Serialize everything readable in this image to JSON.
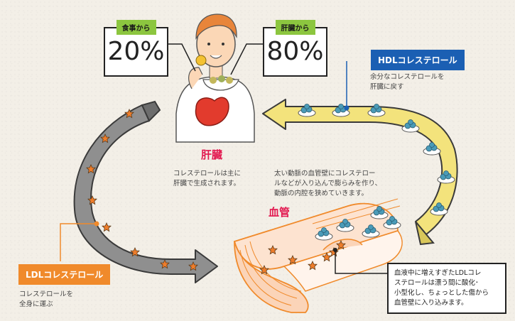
{
  "liver_source": {
    "food": {
      "label": "食事から",
      "value": "20%"
    },
    "liver": {
      "label": "肝臓から",
      "value": "80%"
    }
  },
  "liver": {
    "title": "肝臓",
    "desc": [
      "コレステロールは主に",
      "肝臓で生成されます。"
    ]
  },
  "vessel": {
    "title": "血管",
    "desc": [
      "太い動脈の血管壁にコレステロー",
      "ルなどが入り込んで膨らみを作り、",
      "動脈の内腔を狭めていきます。"
    ],
    "note": [
      "血液中に増えすぎたLDLコレ",
      "ステロールは漂う間に酸化･",
      "小型化し、ちょっとした傷から",
      "血管壁に入り込みます。"
    ]
  },
  "ldl": {
    "label": "LDLコレステロール",
    "desc": [
      "コレステロールを",
      "全身に運ぶ"
    ]
  },
  "hdl": {
    "label": "HDLコレステロール",
    "desc": [
      "余分なコレステロールを",
      "肝臓に戻す"
    ]
  },
  "colors": {
    "ldl_arrow": "#8f8f8f",
    "hdl_arrow": "#f3e37c",
    "star": "#ee7d2b",
    "accent_red": "#e2184f",
    "ldl_orange": "#f08a2b",
    "hdl_blue": "#1b5fb3",
    "food_green": "#8cc63f"
  }
}
